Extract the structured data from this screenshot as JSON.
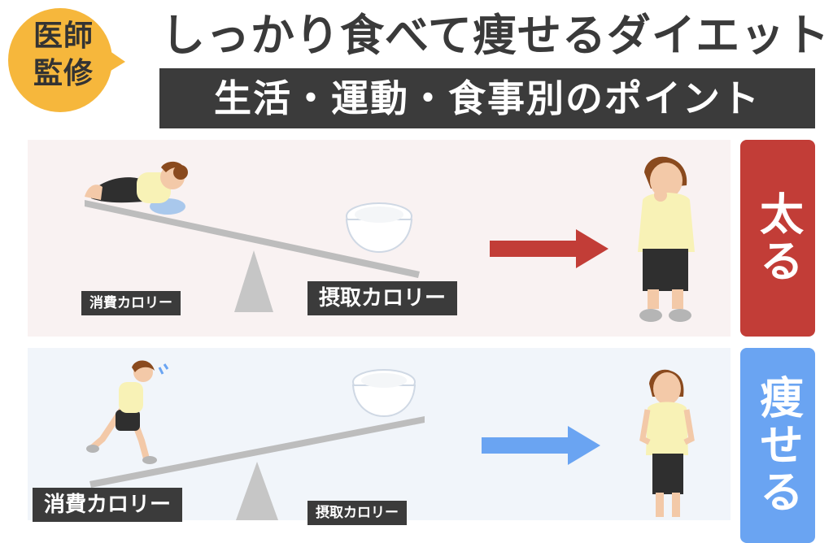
{
  "badge": {
    "line1": "医師",
    "line2": "監修",
    "color": "#f6b73c"
  },
  "title": "しっかり食べて痩せるダイエット",
  "subtitle": "生活・運動・食事別のポイント",
  "gain": {
    "result": "太る",
    "consume_label": "消費カロリー",
    "intake_label": "摂取カロリー",
    "color": "#c23d37"
  },
  "lose": {
    "result": "痩せる",
    "consume_label": "消費カロリー",
    "intake_label": "摂取カロリー",
    "color": "#6aa4f2"
  },
  "icons": [
    "rice-bowl-icon",
    "resting-person-icon",
    "running-person-icon",
    "arrow-right-icon",
    "person-overweight-icon",
    "person-slim-icon"
  ]
}
